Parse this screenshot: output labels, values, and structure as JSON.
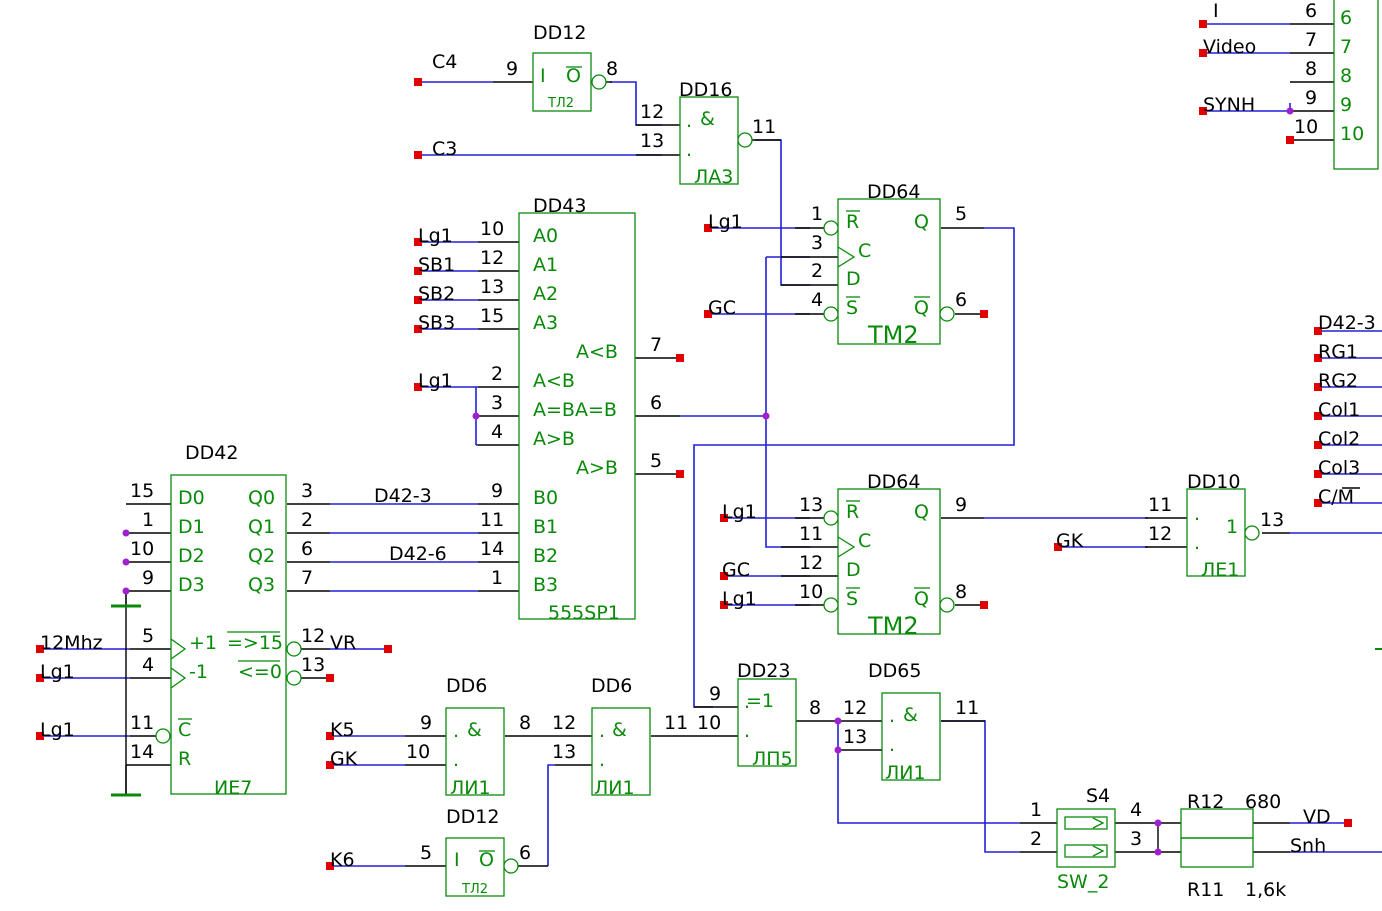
{
  "colors": {
    "wire": "#2020d8",
    "pin": "#000000",
    "symbol": "#0a8a0a",
    "port": "#e00000",
    "junction": "#a020d0"
  },
  "ports": {
    "c4": "C4",
    "c3": "C3",
    "lg1_a0": "Lg1",
    "sb1": "SB1",
    "sb2": "SB2",
    "sb3": "SB3",
    "lg1_ab": "Lg1",
    "lg1_r1": "Lg1",
    "gc_s1": "GC",
    "lg1_r2": "Lg1",
    "gc_d2": "GC",
    "lg1_s2": "Lg1",
    "gk_dd10": "GK",
    "clk": "12Mhz",
    "lg1_m1": "Lg1",
    "lg1_c": "Lg1",
    "vr": "VR",
    "k5": "K5",
    "gk_dd6": "GK",
    "k6": "K6",
    "vd": "VD",
    "snh": "Snh",
    "i": "I",
    "video": "Video",
    "synh": "SYNH"
  },
  "right_bus": [
    "D42-3",
    "RG1",
    "RG2",
    "Col1",
    "Col2",
    "Col3",
    "C/M"
  ],
  "net_labels": {
    "d42_3": "D42-3",
    "d42_6": "D42-6"
  },
  "connector": {
    "pins": [
      "6",
      "7",
      "8",
      "9",
      "10"
    ],
    "labels": [
      "6",
      "7",
      "8",
      "9",
      "10"
    ]
  },
  "components": {
    "dd12a": {
      "ref": "DD12",
      "type": "ТЛ2",
      "in_label": "I",
      "out_label": "O",
      "pin_in": "9",
      "pin_out": "8"
    },
    "dd16": {
      "ref": "DD16",
      "type": "ЛА3",
      "fn": "&",
      "pin_a": "12",
      "pin_b": "13",
      "pin_out": "11"
    },
    "dd43": {
      "ref": "DD43",
      "type": "555SP1",
      "left": [
        {
          "pin": "10",
          "label": "A0"
        },
        {
          "pin": "12",
          "label": "A1"
        },
        {
          "pin": "13",
          "label": "A2"
        },
        {
          "pin": "15",
          "label": "A3"
        },
        {
          "pin": "2",
          "label": "A<B"
        },
        {
          "pin": "3",
          "label": "A=BA=B"
        },
        {
          "pin": "4",
          "label": "A>B"
        },
        {
          "pin": "9",
          "label": "B0"
        },
        {
          "pin": "11",
          "label": "B1"
        },
        {
          "pin": "14",
          "label": "B2"
        },
        {
          "pin": "1",
          "label": "B3"
        }
      ],
      "right": [
        {
          "pin": "7",
          "label": "A<B"
        },
        {
          "pin": "6",
          "label": ""
        },
        {
          "pin": "5",
          "label": "A>B"
        }
      ]
    },
    "dd64a": {
      "ref": "DD64",
      "type": "ТМ2",
      "r": "R",
      "c": "C",
      "d": "D",
      "s": "S",
      "q": "Q",
      "nq": "Q",
      "pin_r": "1",
      "pin_c": "3",
      "pin_d": "2",
      "pin_s": "4",
      "pin_q": "5",
      "pin_nq": "6"
    },
    "dd64b": {
      "ref": "DD64",
      "type": "ТМ2",
      "r": "R",
      "c": "C",
      "d": "D",
      "s": "S",
      "q": "Q",
      "nq": "Q",
      "pin_r": "13",
      "pin_c": "11",
      "pin_d": "12",
      "pin_s": "10",
      "pin_q": "9",
      "pin_nq": "8"
    },
    "dd10": {
      "ref": "DD10",
      "type": "ЛЕ1",
      "fn": "1",
      "pin_a": "11",
      "pin_b": "12",
      "pin_out": "13"
    },
    "dd42": {
      "ref": "DD42",
      "type": "ИЕ7",
      "inputs": [
        {
          "pin": "15",
          "label": "D0"
        },
        {
          "pin": "1",
          "label": "D1"
        },
        {
          "pin": "10",
          "label": "D2"
        },
        {
          "pin": "9",
          "label": "D3"
        }
      ],
      "outputs": [
        {
          "pin": "3",
          "label": "Q0"
        },
        {
          "pin": "2",
          "label": "Q1"
        },
        {
          "pin": "6",
          "label": "Q2"
        },
        {
          "pin": "7",
          "label": "Q3"
        }
      ],
      "up": {
        "pin": "5",
        "label": "+1"
      },
      "down": {
        "pin": "4",
        "label": "-1"
      },
      "clr": {
        "pin": "11",
        "label": "C"
      },
      "load": {
        "pin": "14",
        "label": "R"
      },
      "carry": {
        "pin": "12",
        "label": "=>15"
      },
      "borrow": {
        "pin": "13",
        "label": "<=0"
      }
    },
    "dd6a": {
      "ref": "DD6",
      "type": "ЛИ1",
      "fn": "&",
      "pin_a": "9",
      "pin_b": "10",
      "pin_out": "8"
    },
    "dd6b": {
      "ref": "DD6",
      "type": "ЛИ1",
      "fn": "&",
      "pin_a": "12",
      "pin_b": "13",
      "pin_out": "11"
    },
    "dd12b": {
      "ref": "DD12",
      "type": "ТЛ2",
      "in_label": "I",
      "out_label": "O",
      "pin_in": "5",
      "pin_out": "6"
    },
    "dd23": {
      "ref": "DD23",
      "type": "ЛП5",
      "fn": "=1",
      "pin_a": "9",
      "pin_b": "10",
      "pin_out": "8"
    },
    "dd65": {
      "ref": "DD65",
      "type": "ЛИ1",
      "fn": "&",
      "pin_a": "12",
      "pin_b": "13",
      "pin_out": "11"
    },
    "s4": {
      "ref": "S4",
      "type": "SW_2",
      "pins": [
        "1",
        "2",
        "4",
        "3"
      ]
    },
    "r12": {
      "ref": "R12",
      "value": "680"
    },
    "r11": {
      "ref": "R11",
      "value": "1,6k"
    }
  }
}
